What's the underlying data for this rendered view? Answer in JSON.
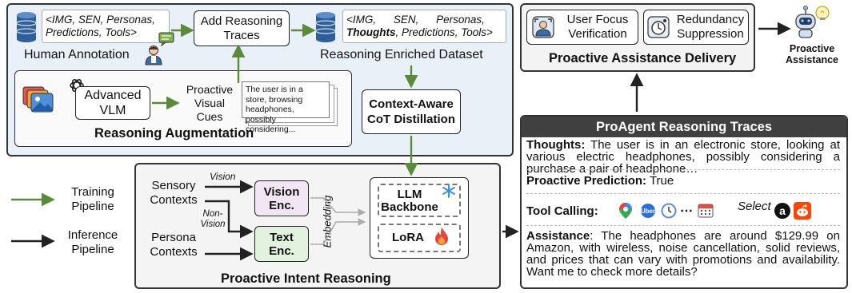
{
  "top_left": {
    "annotation_tuple": "<IMG, SEN, Personas, Predictions, Tools>",
    "human_annotation": "Human Annotation",
    "add_reasoning": "Add Reasoning Traces",
    "enriched_tuple_part1": "<IMG, SEN, Personas,",
    "enriched_tuple_thoughts": "Thoughts",
    "enriched_tuple_part2": ", Predictions, Tools>",
    "dataset_label": "Reasoning Enriched Dataset",
    "advanced_vlm": "Advanced VLM",
    "proactive_visual_cues": "Proactive Visual Cues",
    "cue_text": "The user is in a store, browsing headphones, possibly considering...",
    "reasoning_augmentation": "Reasoning Augmentation",
    "cot_distillation": "Context-Aware CoT Distillation"
  },
  "legend": {
    "training": "Training Pipeline",
    "inference": "Inference Pipeline",
    "training_color": "#5a8a3a",
    "inference_color": "#222222"
  },
  "intent": {
    "sensory": "Sensory Contexts",
    "persona": "Persona Contexts",
    "vision_arrow": "Vision",
    "non_vision_arrow": "Non-Vision",
    "vision_enc": "Vision Enc.",
    "text_enc": "Text Enc.",
    "embedding": "Embedding",
    "llm_backbone": "LLM Backbone",
    "lora": "LoRA",
    "title": "Proactive Intent Reasoning"
  },
  "delivery": {
    "user_focus": "User Focus Verification",
    "redundancy": "Redundancy Suppression",
    "title": "Proactive Assistance Delivery",
    "robot_label": "Proactive Assistance"
  },
  "traces": {
    "header": "ProAgent Reasoning Traces",
    "thoughts_label": "Thoughts:",
    "thoughts_text": "The user is in an electronic store, looking at various electric headphones, possibly considering a purchase a pair of headphone…",
    "prediction_label": "Proactive Prediction:",
    "prediction_value": "True",
    "tool_label": "Tool Calling:",
    "select_label": "Select",
    "uber_label": "Uber",
    "amazon_letter": "a",
    "assistance_label": "Assistance",
    "assistance_text": ": The headphones are around $129.99 on Amazon, with wireless, noise cancellation, solid reviews, and prices that can vary with promotions and availability. Want me to check more details?"
  }
}
